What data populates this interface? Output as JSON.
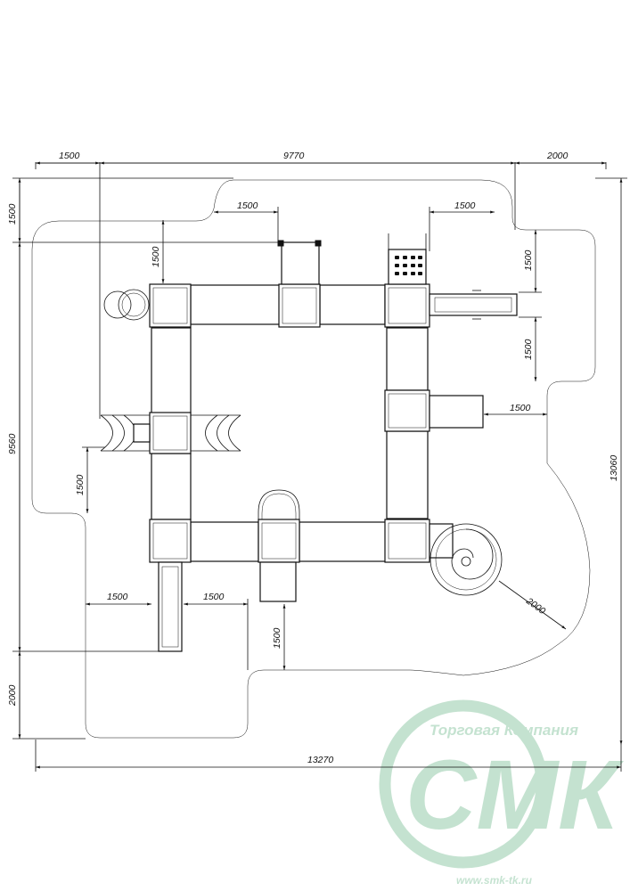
{
  "dimensions": {
    "top_left": "1500",
    "top_middle": "9770",
    "top_right": "2000",
    "left_top": "1500",
    "left_middle": "9560",
    "left_bottom": "2000",
    "right_total": "13060",
    "bottom_total": "13270",
    "inner_top_left": "1500",
    "inner_top_right": "1500",
    "inner_left_upper": "1500",
    "inner_left_lower": "1500",
    "inner_right_upper": "1500",
    "inner_right_lower": "1500",
    "inner_right_middle": "1500",
    "inner_bottom_left": "1500",
    "inner_bottom_middle": "1500",
    "inner_bottom_vertical": "1500",
    "radius": "2000"
  },
  "watermark": {
    "company": "Торговая Компания",
    "logo": "СМК",
    "website": "www.smk-tk.ru",
    "color": "#2f9a5a"
  }
}
